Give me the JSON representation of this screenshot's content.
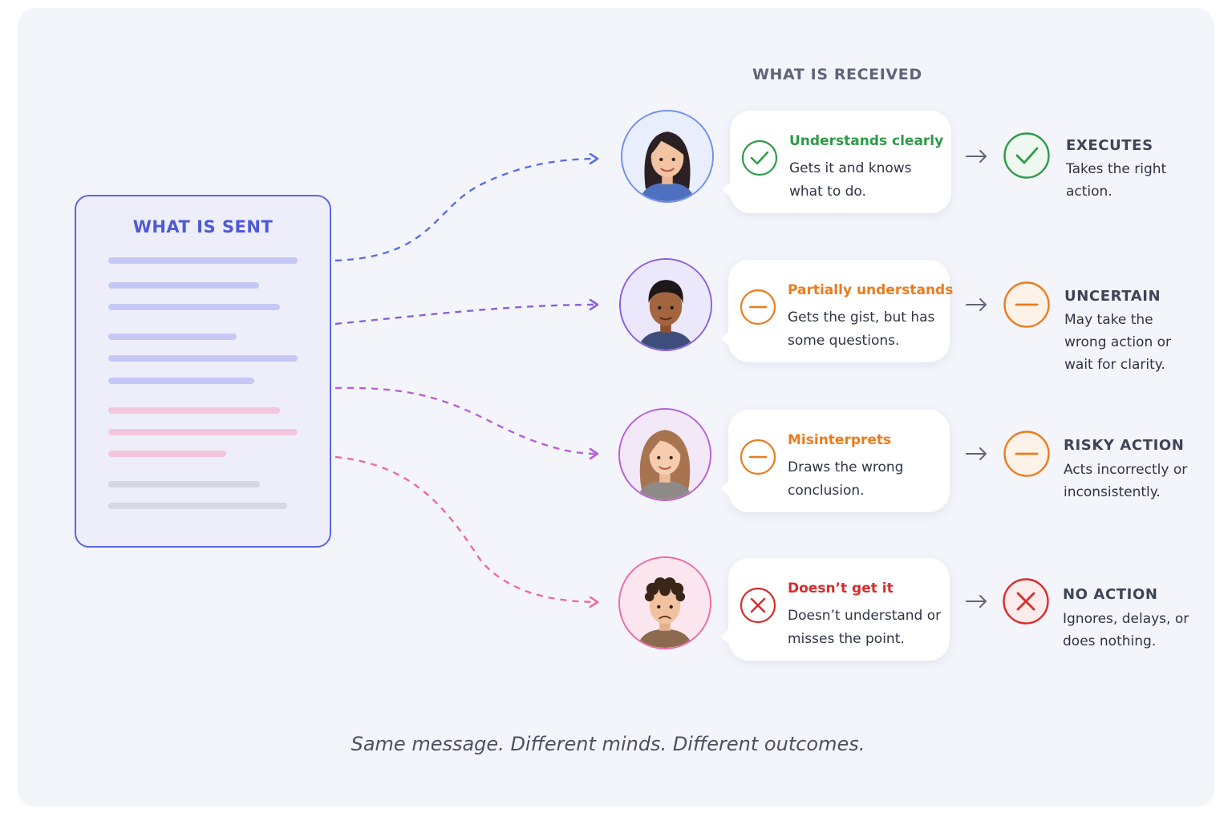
{
  "sent": {
    "title": "WHAT IS SENT"
  },
  "received": {
    "title": "WHAT IS RECEIVED"
  },
  "people": [
    {
      "avatar_icon": "woman-long-dark-hair-avatar",
      "status_icon": "check-circle-icon",
      "color": "#2e9a47",
      "title": "Understands clearly",
      "text": "Gets it and knows what to do.",
      "outcome_icon": "check-circle-icon",
      "outcome_title": "EXECUTES",
      "outcome_text": "Takes the right action."
    },
    {
      "avatar_icon": "man-short-dark-hair-avatar",
      "status_icon": "minus-circle-icon",
      "color": "#ea7c1e",
      "title": "Partially understands",
      "text": "Gets the gist, but has some questions.",
      "outcome_icon": "minus-circle-icon",
      "outcome_title": "UNCERTAIN",
      "outcome_text": "May take the wrong action or wait for clarity."
    },
    {
      "avatar_icon": "woman-long-brown-hair-avatar",
      "status_icon": "minus-circle-icon",
      "color": "#ea7c1e",
      "title": "Misinterprets",
      "text": "Draws the wrong conclusion.",
      "outcome_icon": "minus-circle-icon",
      "outcome_title": "RISKY ACTION",
      "outcome_text": "Acts incorrectly or inconsistently."
    },
    {
      "avatar_icon": "man-curly-hair-frowning-avatar",
      "status_icon": "x-circle-icon",
      "color": "#d92b2b",
      "title": "Doesn’t get it",
      "text": "Doesn’t understand or misses the point.",
      "outcome_icon": "x-circle-icon",
      "outcome_title": "NO ACTION",
      "outcome_text": "Ignores, delays, or does nothing."
    }
  ],
  "caption": "Same message. Different minds. Different outcomes.",
  "colors": {
    "sent_border": "#5a66e0",
    "line_blue": "#c5c8f4",
    "line_pink": "#f2c7dd",
    "line_gray": "#d5d7e2",
    "connector_1": "#5a6fe4",
    "connector_2": "#8a5fe0",
    "connector_3": "#b85fd6",
    "connector_4": "#ec6aa3"
  }
}
